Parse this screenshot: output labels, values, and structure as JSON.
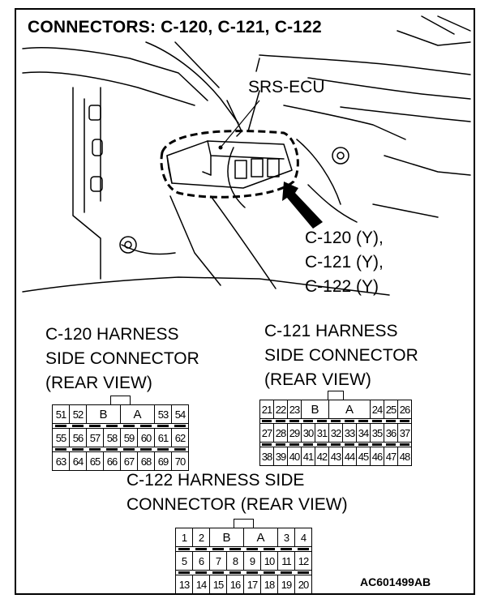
{
  "title": "CONNECTORS: C-120, C-121, C-122",
  "ecu_label": "SRS-ECU",
  "connector_list": [
    "C-120 (Y),",
    "C-121 (Y),",
    "C-122 (Y)"
  ],
  "harness_connectors": [
    {
      "heading": [
        "C-120 HARNESS",
        "SIDE CONNECTOR",
        "(REAR VIEW)"
      ],
      "row1_left": [
        "51",
        "52"
      ],
      "row1_mid": [
        "B",
        "A"
      ],
      "row1_right": [
        "53",
        "54"
      ],
      "row2": [
        "55",
        "56",
        "57",
        "58",
        "59",
        "60",
        "61",
        "62"
      ],
      "row3": [
        "63",
        "64",
        "65",
        "66",
        "67",
        "68",
        "69",
        "70"
      ]
    },
    {
      "heading": [
        "C-121 HARNESS",
        "SIDE CONNECTOR",
        "(REAR VIEW)"
      ],
      "row1_left": [
        "21",
        "22",
        "23"
      ],
      "row1_mid": [
        "B",
        "A"
      ],
      "row1_right": [
        "24",
        "25",
        "26"
      ],
      "row2": [
        "27",
        "28",
        "29",
        "30",
        "31",
        "32",
        "33",
        "34",
        "35",
        "36",
        "37"
      ],
      "row3": [
        "38",
        "39",
        "40",
        "41",
        "42",
        "43",
        "44",
        "45",
        "46",
        "47",
        "48"
      ]
    },
    {
      "heading": [
        "C-122 HARNESS SIDE",
        "CONNECTOR (REAR VIEW)"
      ],
      "row1_left": [
        "1",
        "2"
      ],
      "row1_mid": [
        "B",
        "A"
      ],
      "row1_right": [
        "3",
        "4"
      ],
      "row2": [
        "5",
        "6",
        "7",
        "8",
        "9",
        "10",
        "11",
        "12"
      ],
      "row3": [
        "13",
        "14",
        "15",
        "16",
        "17",
        "18",
        "19",
        "20"
      ]
    }
  ],
  "figure_code": "AC601499AB"
}
